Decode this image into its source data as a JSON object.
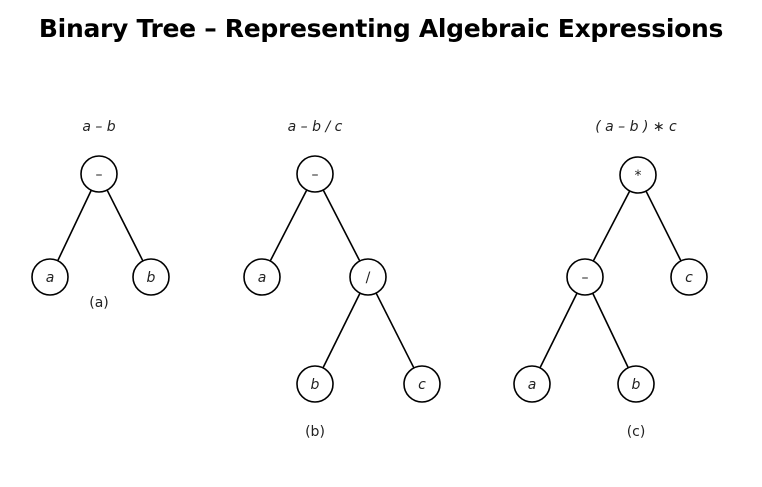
{
  "title": "Binary Tree – Representing Algebraic Expressions",
  "trees": [
    {
      "expression": "a – b",
      "caption": "(a)",
      "nodes": [
        {
          "id": "root",
          "label": "–",
          "kind": "op"
        },
        {
          "id": "a",
          "label": "a",
          "kind": "var"
        },
        {
          "id": "b",
          "label": "b",
          "kind": "var"
        }
      ],
      "edges": [
        [
          "root",
          "a"
        ],
        [
          "root",
          "b"
        ]
      ]
    },
    {
      "expression": "a –  b / c",
      "caption": "(b)",
      "nodes": [
        {
          "id": "root",
          "label": "–",
          "kind": "op"
        },
        {
          "id": "a",
          "label": "a",
          "kind": "var"
        },
        {
          "id": "div",
          "label": "/",
          "kind": "op"
        },
        {
          "id": "b",
          "label": "b",
          "kind": "var"
        },
        {
          "id": "c",
          "label": "c",
          "kind": "var"
        }
      ],
      "edges": [
        [
          "root",
          "a"
        ],
        [
          "root",
          "div"
        ],
        [
          "div",
          "b"
        ],
        [
          "div",
          "c"
        ]
      ]
    },
    {
      "expression": "( a – b ) ∗ c",
      "caption": "(c)",
      "nodes": [
        {
          "id": "root",
          "label": "*",
          "kind": "op"
        },
        {
          "id": "minus",
          "label": "–",
          "kind": "op"
        },
        {
          "id": "c",
          "label": "c",
          "kind": "var"
        },
        {
          "id": "a",
          "label": "a",
          "kind": "var"
        },
        {
          "id": "b",
          "label": "b",
          "kind": "var"
        }
      ],
      "edges": [
        [
          "root",
          "minus"
        ],
        [
          "root",
          "c"
        ],
        [
          "minus",
          "a"
        ],
        [
          "minus",
          "b"
        ]
      ]
    }
  ]
}
